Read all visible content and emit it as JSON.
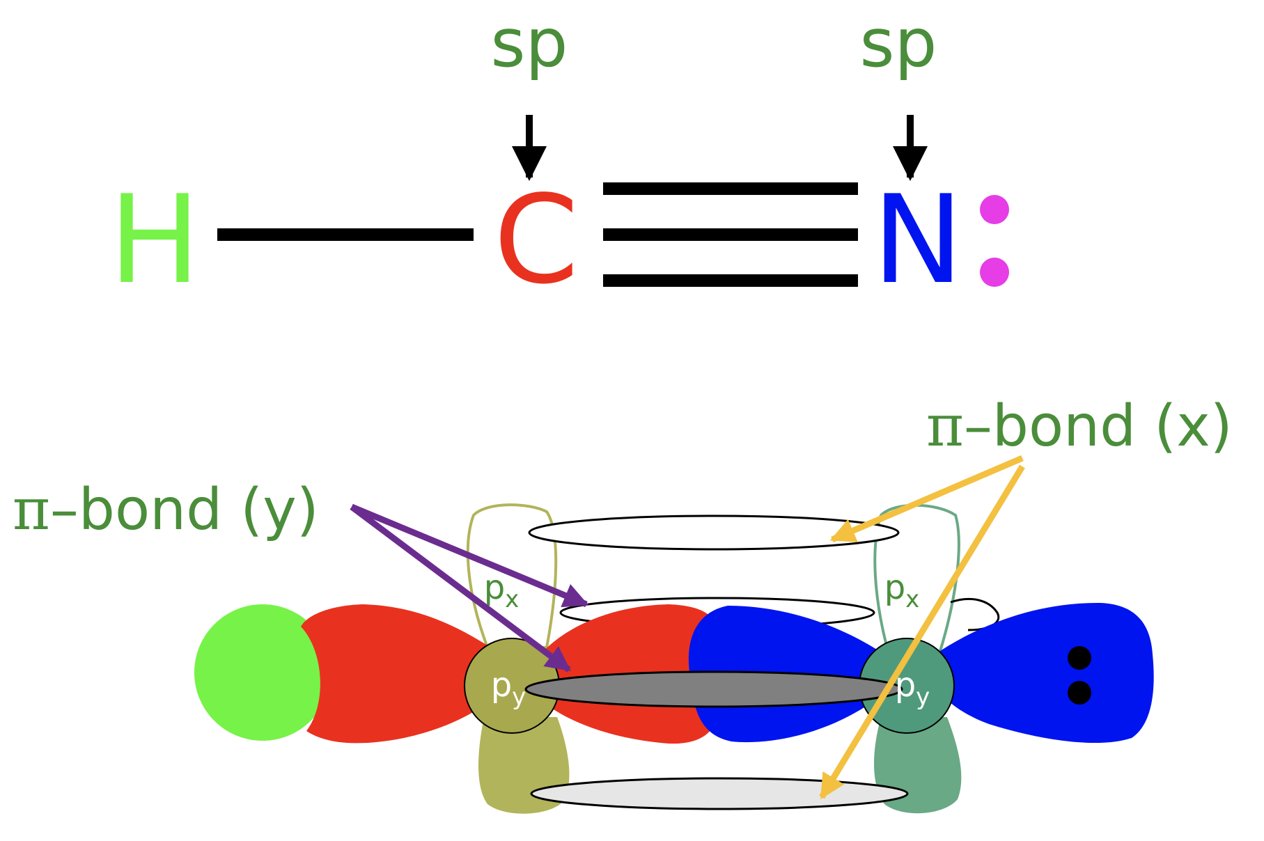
{
  "labels": {
    "hyb_c": "sp",
    "hyb_n": "sp",
    "atom_h": "H",
    "atom_c": "C",
    "atom_n": "N",
    "pi_x_symbol": "π",
    "pi_x_text": "–bond (x)",
    "pi_y_symbol": "π",
    "pi_y_text": "–bond (y)",
    "p_base": "p",
    "sub_x": "x",
    "sub_y": "y"
  },
  "colors": {
    "hydrogen": "#77f248",
    "carbon": "#e8321f",
    "nitrogen": "#0014ef",
    "lone_pair_dots": "#e63de6",
    "label_green": "#4a8d3a",
    "carbon_p": "#a8a84e",
    "carbon_p_light": "#b1b45a",
    "nitrogen_p": "#4f9a7c",
    "nitrogen_p_light": "#69a985",
    "pi_y_arrow": "#6b2c8f",
    "pi_x_arrow": "#f3c040",
    "bond_black": "#000000",
    "pi_y_disc": "#808080",
    "pi_x_disc_bottom": "#e6e6e6"
  }
}
